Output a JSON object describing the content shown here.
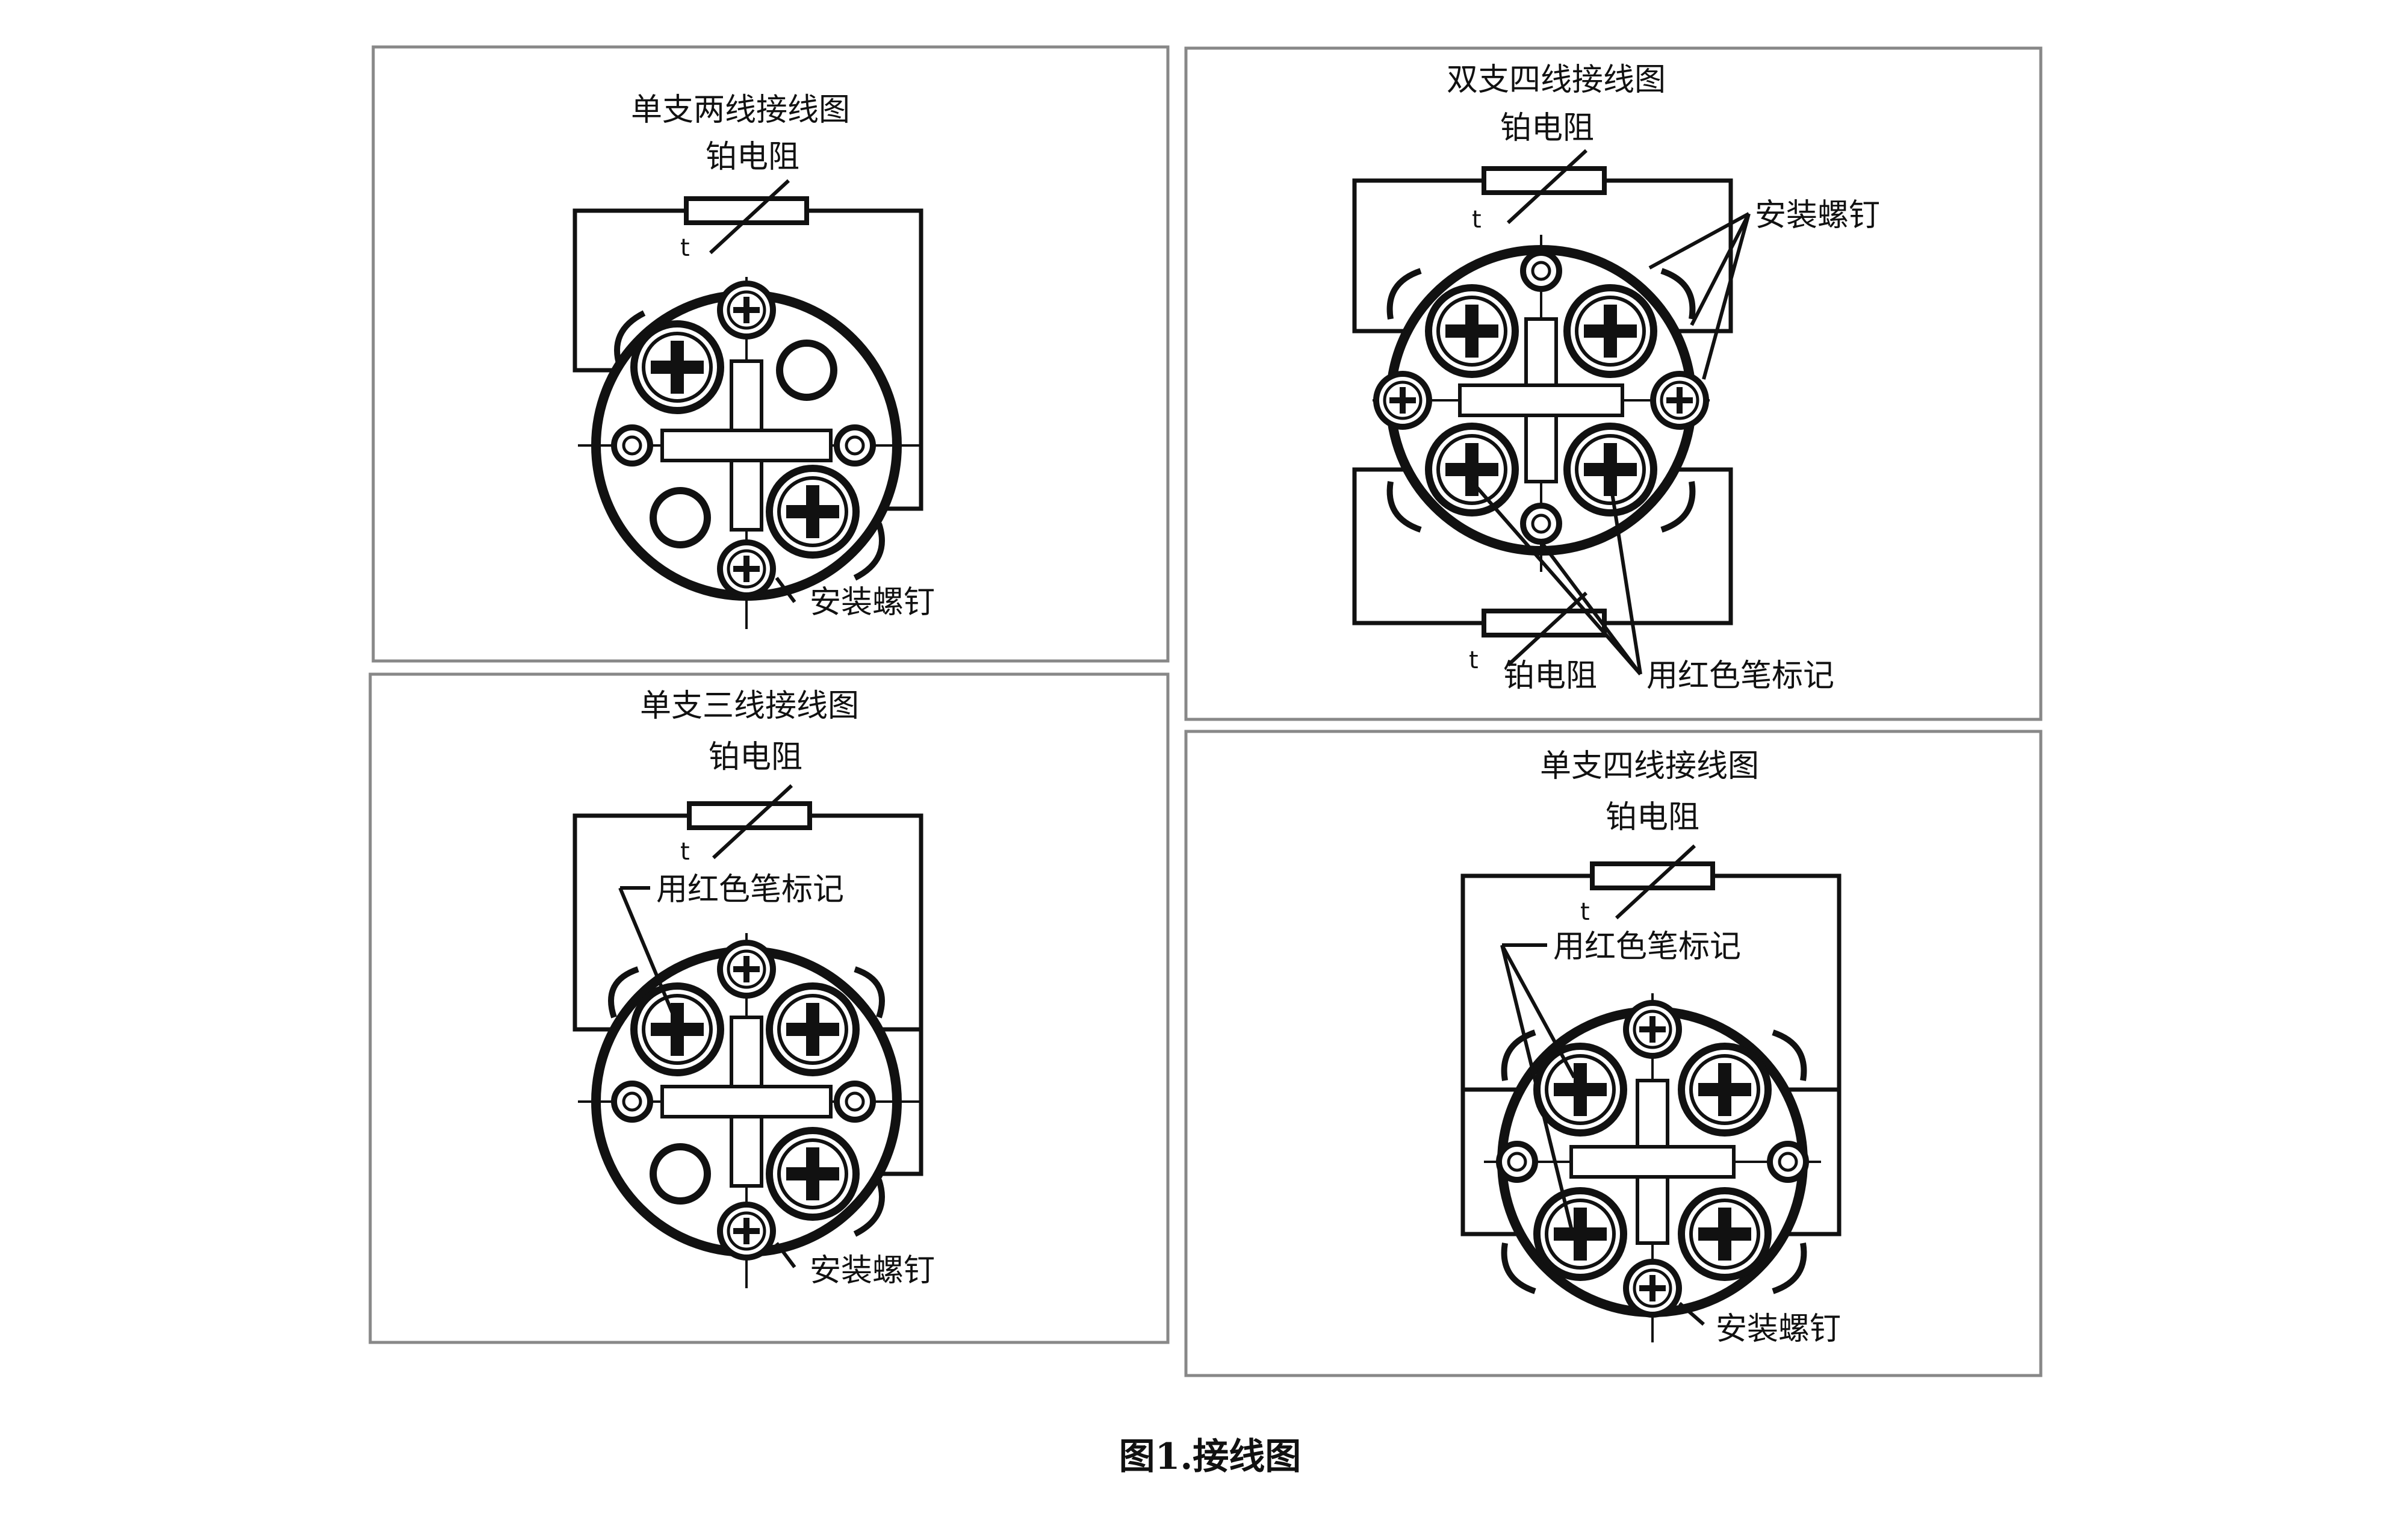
{
  "figure": {
    "caption": "图1.接线图"
  },
  "panels": {
    "p1": {
      "title": "单支两线接线图",
      "resistor_label": "铂电阻",
      "t_label": "t",
      "screw_label": "安装螺钉"
    },
    "p2": {
      "title": "双支四线接线图",
      "resistor_label": "铂电阻",
      "t_label": "t",
      "screw_label": "安装螺钉",
      "bottom_resistor_label": "铂电阻",
      "bottom_t_label": "t",
      "mark_label": "用红色笔标记"
    },
    "p3": {
      "title": "单支三线接线图",
      "resistor_label": "铂电阻",
      "t_label": "t",
      "mark_label": "用红色笔标记",
      "screw_label": "安装螺钉"
    },
    "p4": {
      "title": "单支四线接线图",
      "resistor_label": "铂电阻",
      "t_label": "t",
      "mark_label": "用红色笔标记",
      "screw_label": "安装螺钉"
    }
  }
}
